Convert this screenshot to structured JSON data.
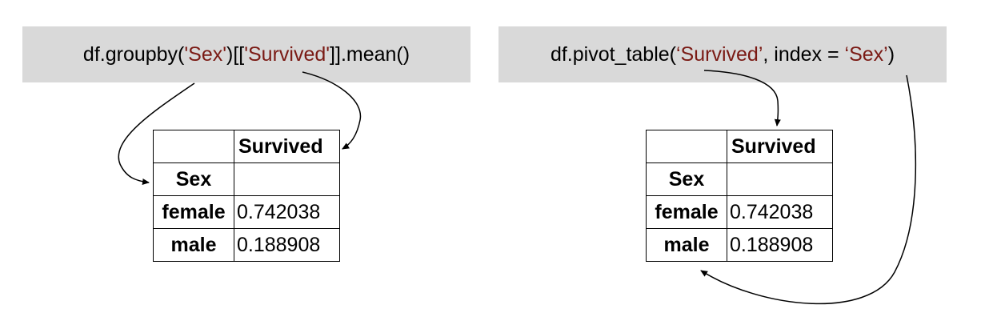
{
  "left_code": {
    "p1": "df.groupby(",
    "p2": "'Sex'",
    "p3": ")[[",
    "p4": "'Survived'",
    "p5": "]].mean()"
  },
  "right_code": {
    "p1": "df.pivot_table(",
    "p2": "‘Survived’",
    "p3": ", index = ",
    "p4": "‘Sex’",
    "p5": ")"
  },
  "table": {
    "column_header": "Survived",
    "index_name": "Sex",
    "rows": [
      {
        "label": "female",
        "value": "0.742038"
      },
      {
        "label": "male",
        "value": "0.188908"
      }
    ]
  },
  "colors": {
    "box_bg": "#d9d9d9",
    "highlight": "#7a1a14"
  }
}
